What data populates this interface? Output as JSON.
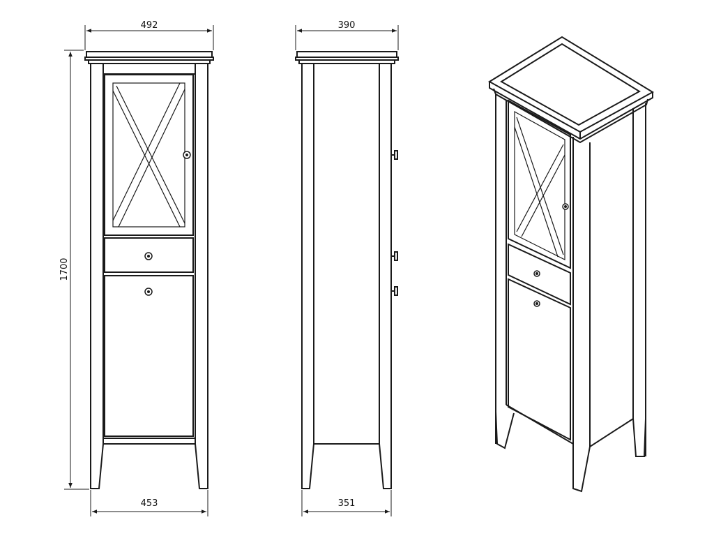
{
  "dimensions": {
    "front_top_width": "492",
    "front_bottom_width": "453",
    "side_top_depth": "390",
    "side_bottom_depth": "351",
    "height": "1700"
  },
  "colors": {
    "line": "#1a1a1a",
    "background": "#ffffff"
  }
}
